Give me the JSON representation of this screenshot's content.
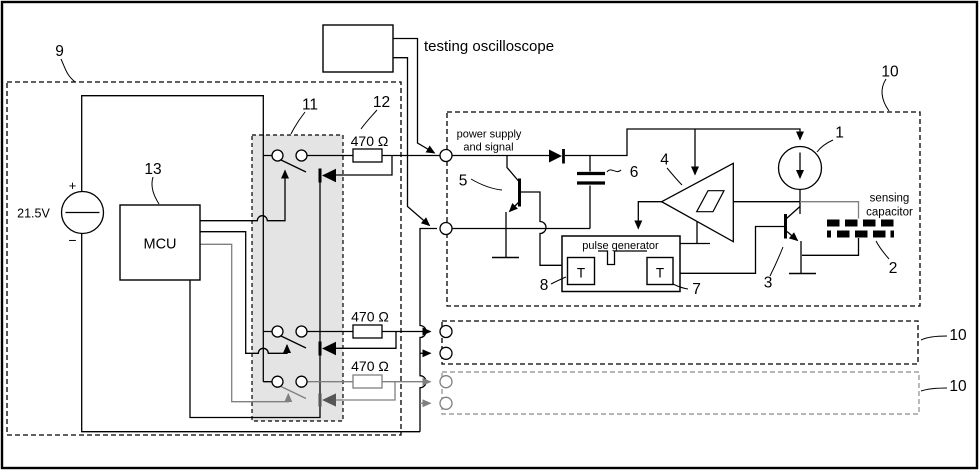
{
  "colors": {
    "line": "#000000",
    "gray": "#7f7f7f",
    "dark_gray": "#565656",
    "shade_fill": "#e4e4e4"
  },
  "oscilloscope": {
    "label": "testing oscilloscope"
  },
  "driver": {
    "ref": "9",
    "voltage": "21.5V",
    "plus": "+",
    "minus": "−",
    "mcu": {
      "ref": "13",
      "label": "MCU"
    },
    "switch_bank": {
      "ref": "11"
    },
    "resistors": {
      "ref": "12",
      "values": [
        "470 Ω",
        "470 Ω",
        "470 Ω"
      ]
    }
  },
  "modules": {
    "top_ref": "10",
    "middle_ref": "10",
    "bottom_ref": "10"
  },
  "module": {
    "input_label": [
      "power supply",
      "and signal"
    ],
    "current_source_ref": "1",
    "sensing_capacitor": {
      "label": [
        "sensing",
        "capacitor"
      ],
      "ref": "2"
    },
    "output_transistor_ref": "3",
    "comparator_ref": "4",
    "input_transistor_ref": "5",
    "capacitor_ref": "6",
    "pulse_generator": {
      "label": "pulse generator",
      "timer_left": {
        "label": "T",
        "ref": "8"
      },
      "timer_right": {
        "label": "T",
        "ref": "7"
      }
    }
  }
}
